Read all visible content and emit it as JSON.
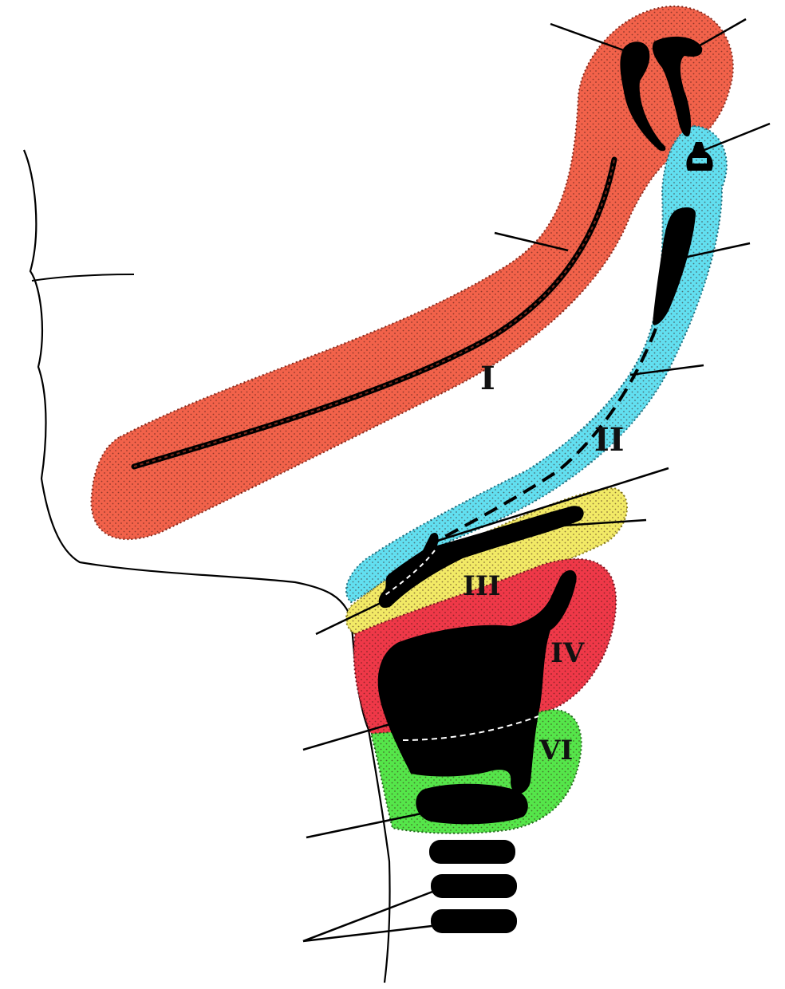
{
  "colors": {
    "arch1": "#f2624a",
    "arch2": "#62dff0",
    "arch3": "#f2ea66",
    "arch4": "#ef3848",
    "arch6": "#55e64a",
    "ink": "#000000",
    "stipple": "#6b2418",
    "outline": "#1a1a1a"
  },
  "arch_labels": {
    "arch_1": "I",
    "arch_2": "II",
    "arch_3": "III",
    "arch_4": "IV",
    "arch_6": "VI"
  }
}
